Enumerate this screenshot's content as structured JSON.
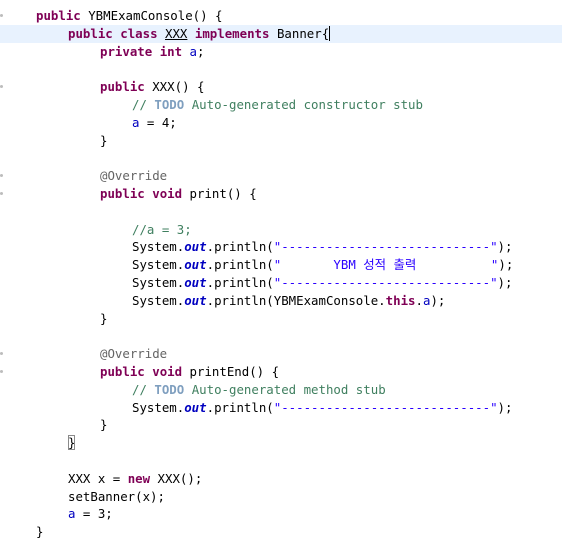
{
  "editor": {
    "lines": [
      {
        "indent": 1,
        "tokens": [
          {
            "t": "public",
            "c": "kw"
          },
          {
            "t": " YBMExamConsole() {",
            "c": "plain"
          }
        ]
      },
      {
        "indent": 2,
        "current": true,
        "tokens": [
          {
            "t": "public",
            "c": "kw"
          },
          {
            "t": " ",
            "c": "plain"
          },
          {
            "t": "class",
            "c": "kw"
          },
          {
            "t": " ",
            "c": "plain"
          },
          {
            "t": "XXX",
            "c": "plain",
            "u": true
          },
          {
            "t": " ",
            "c": "plain"
          },
          {
            "t": "implements",
            "c": "kw"
          },
          {
            "t": " Banner{",
            "c": "plain"
          },
          {
            "t": "",
            "c": "caret"
          }
        ]
      },
      {
        "indent": 3,
        "tokens": [
          {
            "t": "private",
            "c": "kw"
          },
          {
            "t": " ",
            "c": "plain"
          },
          {
            "t": "int",
            "c": "kw"
          },
          {
            "t": " ",
            "c": "plain"
          },
          {
            "t": "a",
            "c": "field"
          },
          {
            "t": ";",
            "c": "plain"
          }
        ]
      },
      {
        "indent": 0,
        "tokens": []
      },
      {
        "indent": 3,
        "tokens": [
          {
            "t": "public",
            "c": "kw"
          },
          {
            "t": " XXX() {",
            "c": "plain"
          }
        ]
      },
      {
        "indent": 4,
        "tokens": [
          {
            "t": "// ",
            "c": "com"
          },
          {
            "t": "TODO",
            "c": "todo"
          },
          {
            "t": " Auto-generated constructor stub",
            "c": "com"
          }
        ]
      },
      {
        "indent": 4,
        "tokens": [
          {
            "t": "a",
            "c": "field"
          },
          {
            "t": " = 4;",
            "c": "plain"
          }
        ]
      },
      {
        "indent": 3,
        "tokens": [
          {
            "t": "}",
            "c": "plain"
          }
        ]
      },
      {
        "indent": 0,
        "tokens": []
      },
      {
        "indent": 3,
        "tokens": [
          {
            "t": "@Override",
            "c": "ann"
          }
        ]
      },
      {
        "indent": 3,
        "tokens": [
          {
            "t": "public",
            "c": "kw"
          },
          {
            "t": " ",
            "c": "plain"
          },
          {
            "t": "void",
            "c": "kw"
          },
          {
            "t": " print() {",
            "c": "plain"
          }
        ]
      },
      {
        "indent": 0,
        "tokens": []
      },
      {
        "indent": 4,
        "tokens": [
          {
            "t": "//a = 3;",
            "c": "com"
          }
        ]
      },
      {
        "indent": 4,
        "tokens": [
          {
            "t": "System.",
            "c": "plain"
          },
          {
            "t": "out",
            "c": "staticfield"
          },
          {
            "t": ".println(",
            "c": "plain"
          },
          {
            "t": "\"----------------------------\"",
            "c": "str"
          },
          {
            "t": ");",
            "c": "plain"
          }
        ]
      },
      {
        "indent": 4,
        "tokens": [
          {
            "t": "System.",
            "c": "plain"
          },
          {
            "t": "out",
            "c": "staticfield"
          },
          {
            "t": ".println(",
            "c": "plain"
          },
          {
            "t": "\"       YBM 성적 출력          \"",
            "c": "str"
          },
          {
            "t": ");",
            "c": "plain"
          }
        ]
      },
      {
        "indent": 4,
        "tokens": [
          {
            "t": "System.",
            "c": "plain"
          },
          {
            "t": "out",
            "c": "staticfield"
          },
          {
            "t": ".println(",
            "c": "plain"
          },
          {
            "t": "\"----------------------------\"",
            "c": "str"
          },
          {
            "t": ");",
            "c": "plain"
          }
        ]
      },
      {
        "indent": 4,
        "tokens": [
          {
            "t": "System.",
            "c": "plain"
          },
          {
            "t": "out",
            "c": "staticfield"
          },
          {
            "t": ".println(YBMExamConsole.",
            "c": "plain"
          },
          {
            "t": "this",
            "c": "kw"
          },
          {
            "t": ".",
            "c": "plain"
          },
          {
            "t": "a",
            "c": "field"
          },
          {
            "t": ");",
            "c": "plain"
          }
        ]
      },
      {
        "indent": 3,
        "tokens": [
          {
            "t": "}",
            "c": "plain"
          }
        ]
      },
      {
        "indent": 0,
        "tokens": []
      },
      {
        "indent": 3,
        "tokens": [
          {
            "t": "@Override",
            "c": "ann"
          }
        ]
      },
      {
        "indent": 3,
        "tokens": [
          {
            "t": "public",
            "c": "kw"
          },
          {
            "t": " ",
            "c": "plain"
          },
          {
            "t": "void",
            "c": "kw"
          },
          {
            "t": " printEnd() {",
            "c": "plain"
          }
        ]
      },
      {
        "indent": 4,
        "tokens": [
          {
            "t": "// ",
            "c": "com"
          },
          {
            "t": "TODO",
            "c": "todo"
          },
          {
            "t": " Auto-generated method stub",
            "c": "com"
          }
        ]
      },
      {
        "indent": 4,
        "tokens": [
          {
            "t": "System.",
            "c": "plain"
          },
          {
            "t": "out",
            "c": "staticfield"
          },
          {
            "t": ".println(",
            "c": "plain"
          },
          {
            "t": "\"----------------------------\"",
            "c": "str"
          },
          {
            "t": ");",
            "c": "plain"
          }
        ]
      },
      {
        "indent": 3,
        "tokens": [
          {
            "t": "}",
            "c": "plain"
          }
        ]
      },
      {
        "indent": 2,
        "tokens": [
          {
            "t": "}",
            "c": "plain",
            "box": true
          }
        ]
      },
      {
        "indent": 0,
        "tokens": []
      },
      {
        "indent": 2,
        "tokens": [
          {
            "t": "XXX x = ",
            "c": "plain"
          },
          {
            "t": "new",
            "c": "kw"
          },
          {
            "t": " XXX();",
            "c": "plain"
          }
        ]
      },
      {
        "indent": 2,
        "tokens": [
          {
            "t": "setBanner(x);",
            "c": "plain"
          }
        ]
      },
      {
        "indent": 2,
        "tokens": [
          {
            "t": "a",
            "c": "field"
          },
          {
            "t": " = 3;",
            "c": "plain"
          }
        ]
      },
      {
        "indent": 1,
        "tokens": [
          {
            "t": "}",
            "c": "plain"
          }
        ]
      }
    ],
    "colors": {
      "keyword": "#7f0055",
      "string": "#2a00ff",
      "comment": "#3f7f5f",
      "todo": "#7f9fbf",
      "field": "#0000c0",
      "annotation": "#646464",
      "current_line": "#e8f2fe"
    }
  }
}
